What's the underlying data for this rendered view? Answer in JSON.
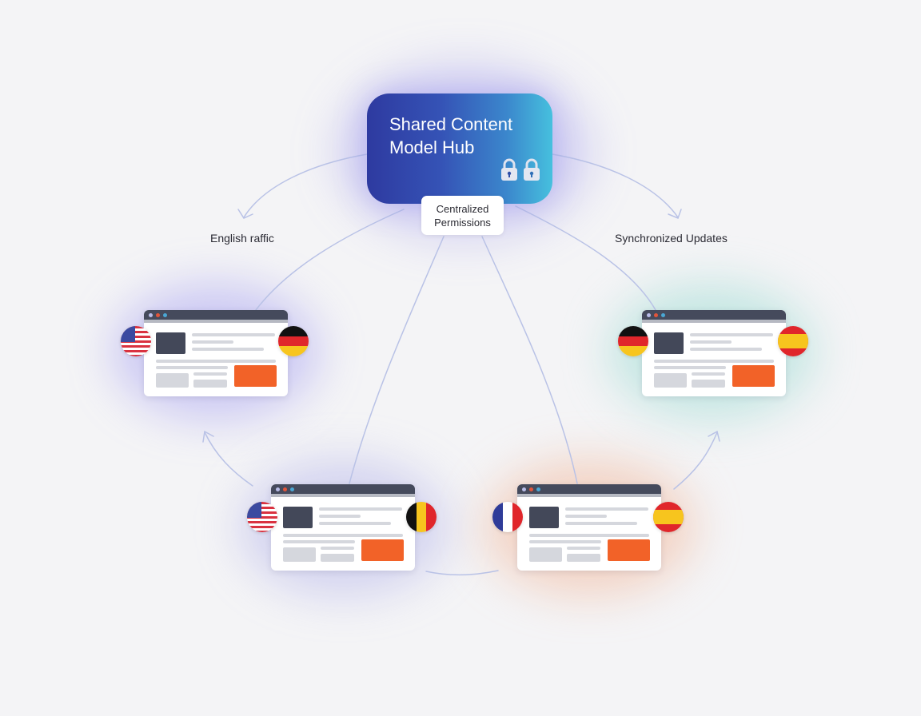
{
  "hub": {
    "title": "Shared Content\nModel Hub",
    "icons": [
      "lock-icon",
      "lock-icon"
    ],
    "gradient": [
      "#2e3aa0",
      "#46c0de"
    ]
  },
  "permissions_label": {
    "line1": "Centralized",
    "line2": "Permissions"
  },
  "labels": {
    "left": "English raffic",
    "right": "Synchronized Updates"
  },
  "sites": [
    {
      "id": "site-top-left",
      "glow": "#8c85f0",
      "flags": [
        "us-flag",
        "de-flag"
      ]
    },
    {
      "id": "site-top-right",
      "glow": "#8fd9cc",
      "flags": [
        "de-flag",
        "es-flag"
      ]
    },
    {
      "id": "site-bottom-left",
      "glow": "#9d98e8",
      "flags": [
        "us-flag",
        "be-flag"
      ]
    },
    {
      "id": "site-bottom-right",
      "glow": "#f2ad8a",
      "flags": [
        "fr-flag",
        "es-flag"
      ]
    }
  ],
  "colors": {
    "background": "#f4f4f6",
    "connector": "#b9c2e6",
    "cta": "#f26228",
    "browser_bar": "#454a5c"
  }
}
